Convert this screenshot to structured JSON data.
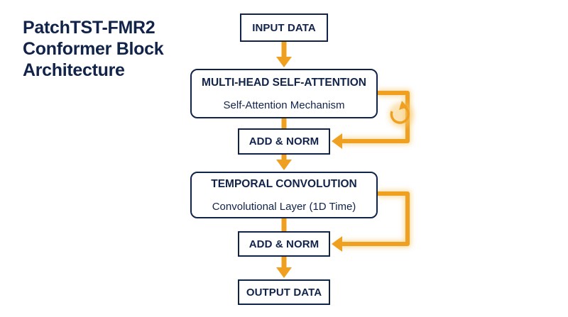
{
  "title": {
    "line1": "PatchTST-FMR2",
    "line2": "Conformer Block",
    "line3": "Architecture"
  },
  "blocks": {
    "input": "INPUT DATA",
    "mhsa": {
      "title": "MULTI-HEAD SELF-ATTENTION",
      "subtitle": "Self-Attention Mechanism"
    },
    "add_norm_1": "ADD & NORM",
    "temporal_conv": {
      "title": "TEMPORAL CONVOLUTION",
      "subtitle": "Convolutional Layer (1D Time)"
    },
    "add_norm_2": "ADD & NORM",
    "output": "OUTPUT DATA"
  },
  "colors": {
    "navy": "#12234a",
    "orange": "#f0a020",
    "glow": "#f7c76a"
  },
  "icons": [
    "refresh-loop-icon"
  ]
}
